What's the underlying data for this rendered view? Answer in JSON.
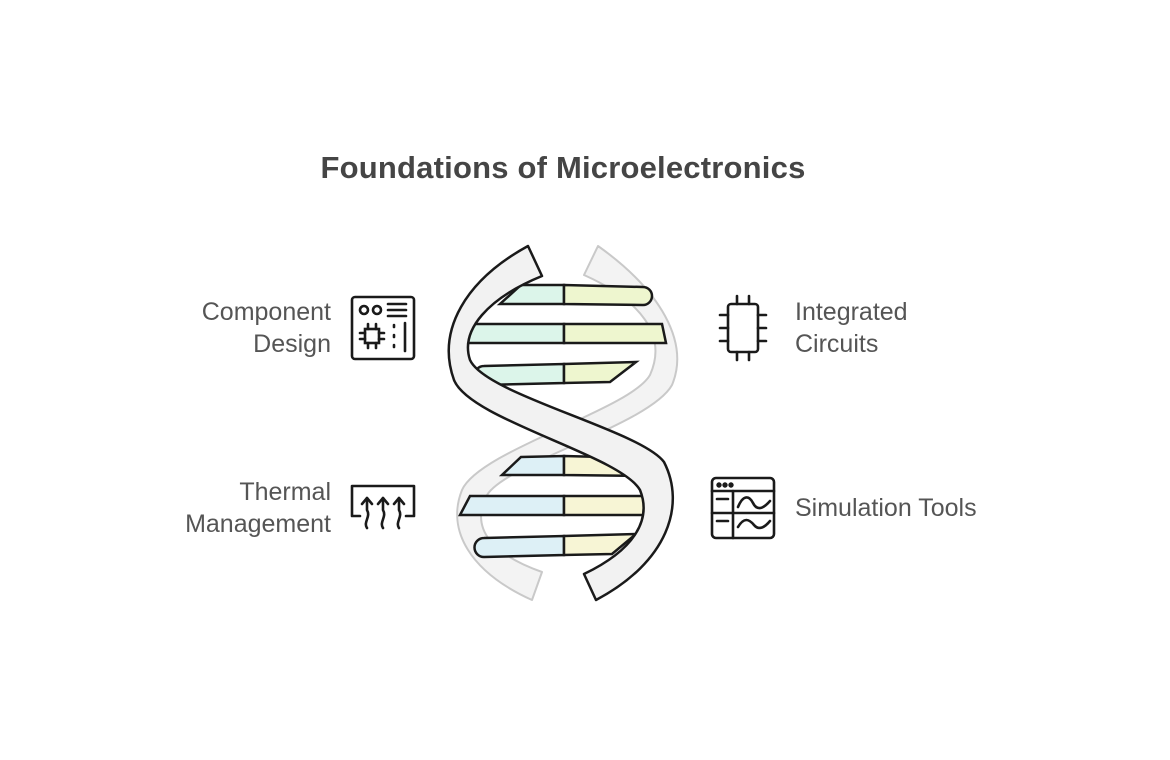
{
  "title": "Foundations of Microelectronics",
  "items": [
    {
      "id": "component-design",
      "side": "left",
      "lines": [
        "Component",
        "Design"
      ],
      "icon": "circuit-board-icon"
    },
    {
      "id": "integrated-circuits",
      "side": "right",
      "lines": [
        "Integrated",
        "Circuits"
      ],
      "icon": "chip-icon"
    },
    {
      "id": "thermal-management",
      "side": "left",
      "lines": [
        "Thermal",
        "Management"
      ],
      "icon": "heat-arrows-icon"
    },
    {
      "id": "simulation-tools",
      "side": "right",
      "lines": [
        "Simulation Tools"
      ],
      "icon": "simulation-window-icon"
    }
  ],
  "colors": {
    "title": "#454545",
    "label": "#555555",
    "strand": "#f2f2f2",
    "outline": "#1a1a1a",
    "rung_green_left": "#dcf5ea",
    "rung_green_right": "#eef6cf",
    "rung_blue_left": "#ddf0f6",
    "rung_yellow_right": "#f7f5d5"
  }
}
